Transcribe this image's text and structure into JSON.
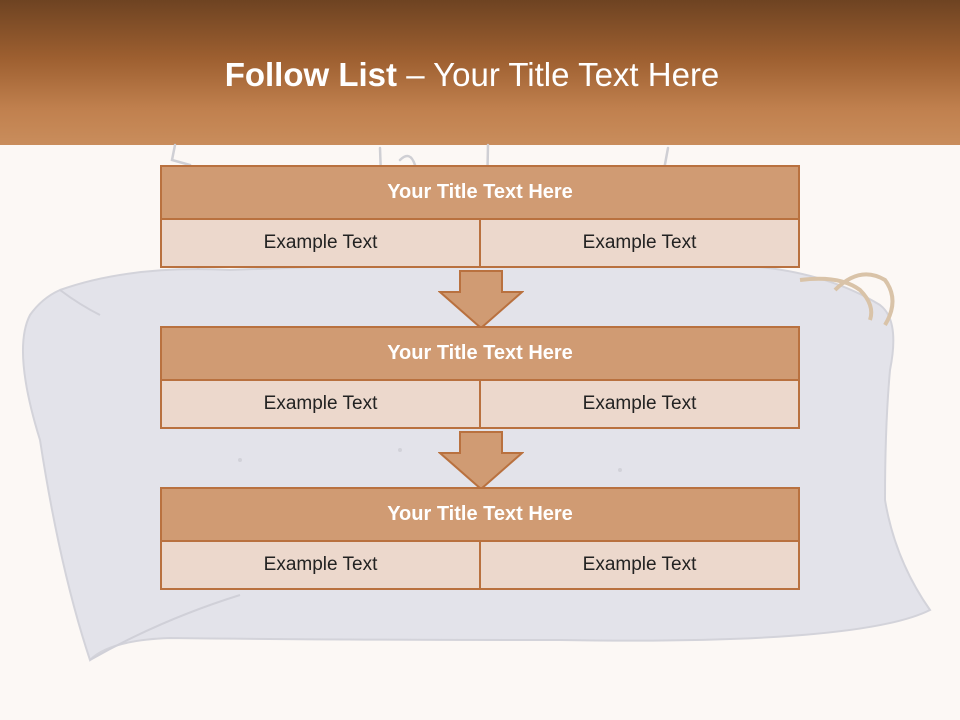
{
  "header": {
    "title_bold": "Follow List",
    "title_rest": "– Your Title Text Here"
  },
  "colors": {
    "header_top": "#6e4322",
    "header_bottom": "#c98d5c",
    "block_title_fill": "#d09b73",
    "block_cell_fill": "#ecd8cc",
    "block_border": "#b9713f"
  },
  "blocks": [
    {
      "title": "Your Title Text Here",
      "cells": [
        "Example Text",
        "Example Text"
      ]
    },
    {
      "title": "Your Title Text Here",
      "cells": [
        "Example Text",
        "Example Text"
      ]
    },
    {
      "title": "Your Title Text Here",
      "cells": [
        "Example Text",
        "Example Text"
      ]
    }
  ]
}
